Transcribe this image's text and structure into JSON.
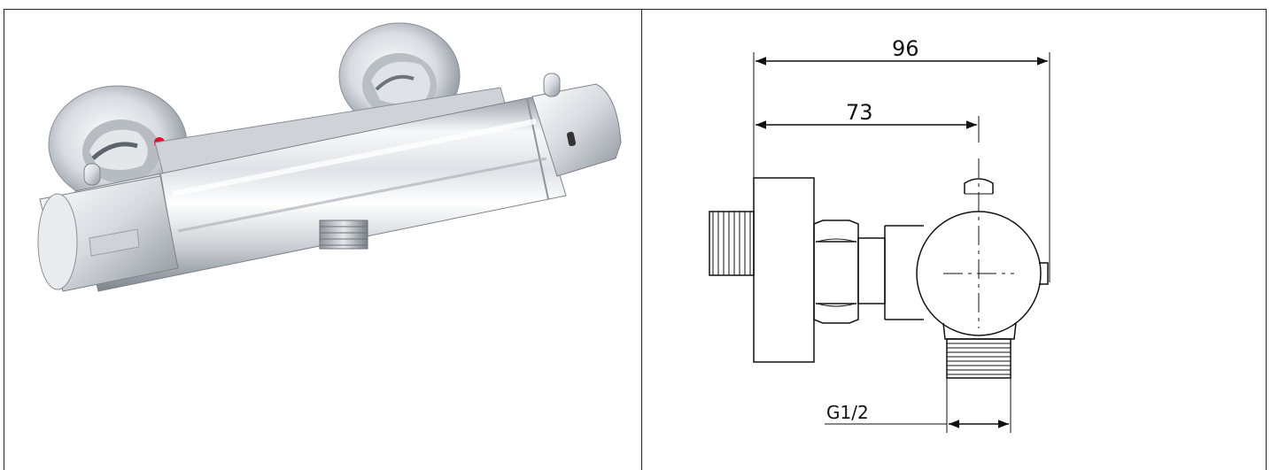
{
  "dimensions": {
    "overall_width": "96",
    "center_offset": "73",
    "thread_size": "G1/2"
  },
  "colors": {
    "hot_indicator": "#e0102a",
    "chrome_light": "#f4f5f7",
    "chrome_dark": "#8a9099",
    "line": "#111111"
  }
}
